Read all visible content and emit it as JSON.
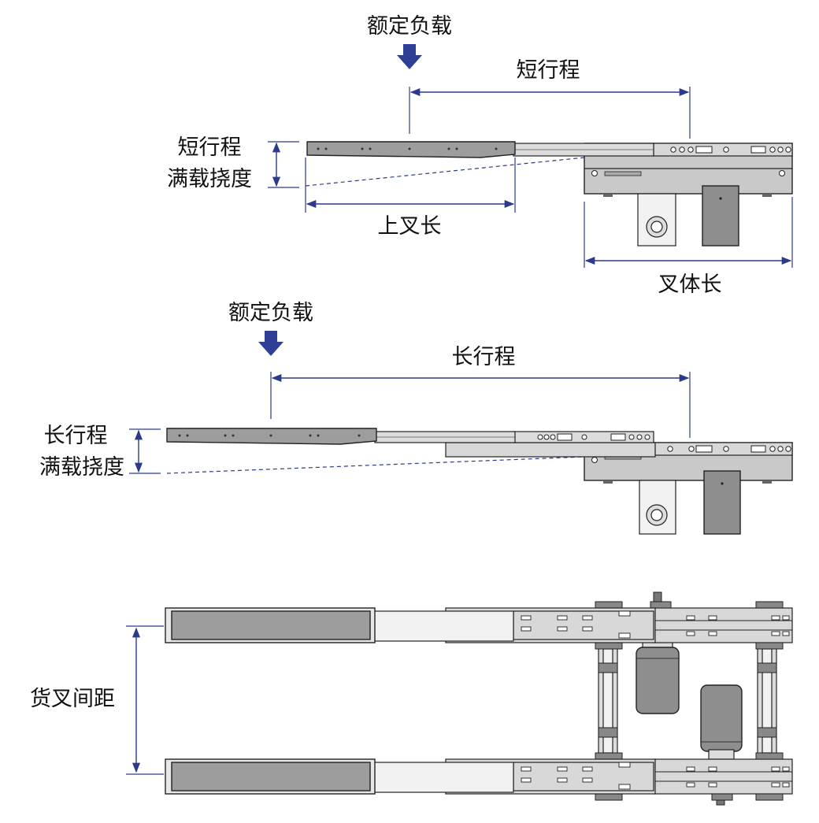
{
  "colors": {
    "dimension": "#2b3a8c",
    "arrow": "#2f3f95",
    "metal_dark": "#9d9d9d",
    "metal_light": "#d8d8d8"
  },
  "diagram1": {
    "load_label": "额定负载",
    "stroke_label": "短行程",
    "deflection_label_line1": "短行程",
    "deflection_label_line2": "满载挠度",
    "upper_fork_label": "上叉长",
    "body_length_label": "叉体长"
  },
  "diagram2": {
    "load_label": "额定负载",
    "stroke_label": "长行程",
    "deflection_label_line1": "长行程",
    "deflection_label_line2": "满载挠度"
  },
  "diagram3": {
    "spacing_label": "货叉间距"
  }
}
